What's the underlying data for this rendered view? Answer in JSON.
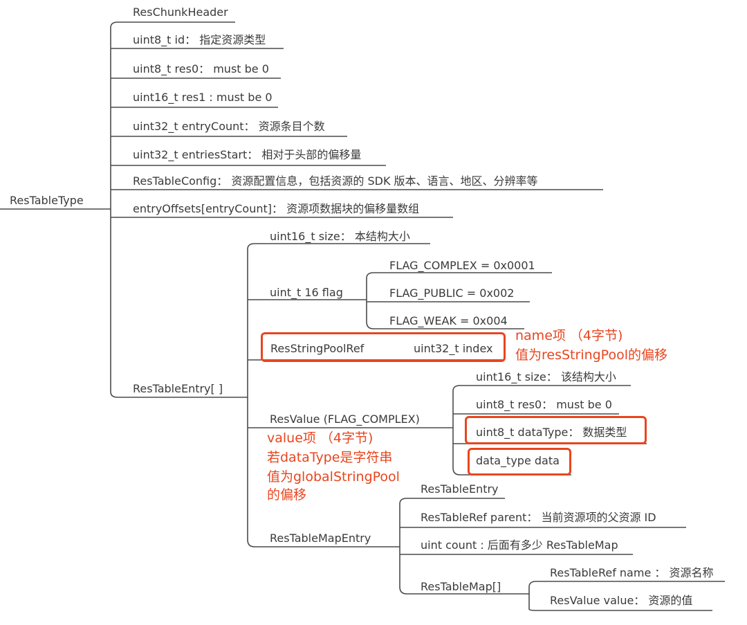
{
  "root": "ResTableType",
  "children": [
    "ResChunkHeader",
    "uint8_t id： 指定资源类型",
    "uint8_t res0： must be 0",
    "uint16_t res1 : must be 0",
    "uint32_t entryCount： 资源条目个数",
    "uint32_t entriesStart： 相对于头部的偏移量",
    "ResTableConfig： 资源配置信息，包括资源的 SDK 版本、语言、地区、分辨率等",
    "entryOffsets[entryCount]： 资源项数据块的偏移量数组"
  ],
  "entry": {
    "label": "ResTableEntry[ ]",
    "size": "uint16_t size： 本结构大小",
    "flag": {
      "label": "uint_t 16 flag",
      "children": [
        "FLAG_COMPLEX = 0x0001",
        "FLAG_PUBLIC = 0x002",
        "FLAG_WEAK = 0x004"
      ]
    },
    "stringpool": {
      "label": "ResStringPoolRef",
      "child": "uint32_t index"
    },
    "resvalue": {
      "label": "ResValue (FLAG_COMPLEX)",
      "children": [
        "uint16_t size： 该结构大小",
        "uint8_t res0： must be 0",
        "uint8_t dataType： 数据类型",
        "data_type data"
      ]
    },
    "mapentry": {
      "label": "ResTableMapEntry",
      "children": [
        "ResTableEntry",
        "ResTableRef parent： 当前资源项的父资源 ID",
        "uint count : 后面有多少 ResTableMap"
      ],
      "map": {
        "label": "ResTableMap[]",
        "children": [
          "ResTableRef name ： 资源名称",
          "ResValue value： 资源的值"
        ]
      }
    }
  },
  "annotations": {
    "name": [
      "name项 （4字节)",
      "值为resStringPool的偏移"
    ],
    "value": [
      "value项 （4字节)",
      "若dataType是字符串",
      "值为globalStringPool",
      "的偏移"
    ]
  },
  "colors": {
    "line": "#4a4a4a",
    "text": "#3a3a3a",
    "highlight": "#e8451e"
  }
}
